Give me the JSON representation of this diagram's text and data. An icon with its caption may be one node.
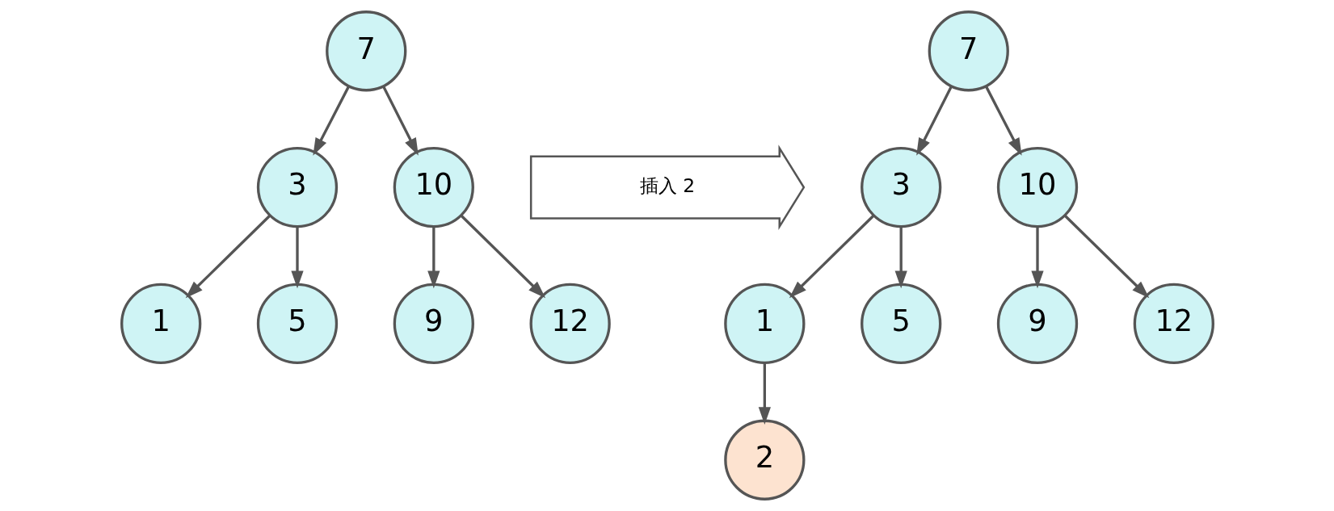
{
  "diagram": {
    "nodes": [
      {
        "text": [
          "7"
        ]
      },
      {
        "text": [
          "3"
        ]
      },
      {
        "text": [
          "10"
        ]
      },
      {
        "text": [
          "1"
        ]
      },
      {
        "text": [
          "5"
        ]
      },
      {
        "text": [
          "9"
        ]
      },
      {
        "text": [
          "12"
        ]
      },
      {
        "text": [
          "插入 2"
        ]
      },
      {
        "text": [
          "7"
        ]
      },
      {
        "text": [
          "3"
        ]
      },
      {
        "text": [
          "10"
        ]
      },
      {
        "text": [
          "1"
        ]
      },
      {
        "text": [
          "5"
        ]
      },
      {
        "text": [
          "9"
        ]
      },
      {
        "text": [
          "12"
        ]
      },
      {
        "text": [
          "2"
        ]
      }
    ],
    "edges": [
      {
        "from": 0,
        "to": 1,
        "arrow": "to"
      },
      {
        "from": 0,
        "to": 2,
        "arrow": "to"
      },
      {
        "from": 1,
        "to": 3,
        "arrow": "to"
      },
      {
        "from": 1,
        "to": 4,
        "arrow": "to"
      },
      {
        "from": 2,
        "to": 5,
        "arrow": "to"
      },
      {
        "from": 2,
        "to": 6,
        "arrow": "to"
      },
      {
        "from": 8,
        "to": 9,
        "arrow": "to"
      },
      {
        "from": 8,
        "to": 10,
        "arrow": "to"
      },
      {
        "from": 9,
        "to": 11,
        "arrow": "to"
      },
      {
        "from": 9,
        "to": 12,
        "arrow": "to"
      },
      {
        "from": 10,
        "to": 13,
        "arrow": "to"
      },
      {
        "from": 10,
        "to": 14,
        "arrow": "to"
      },
      {
        "from": 11,
        "to": 15,
        "arrow": "to"
      }
    ]
  }
}
